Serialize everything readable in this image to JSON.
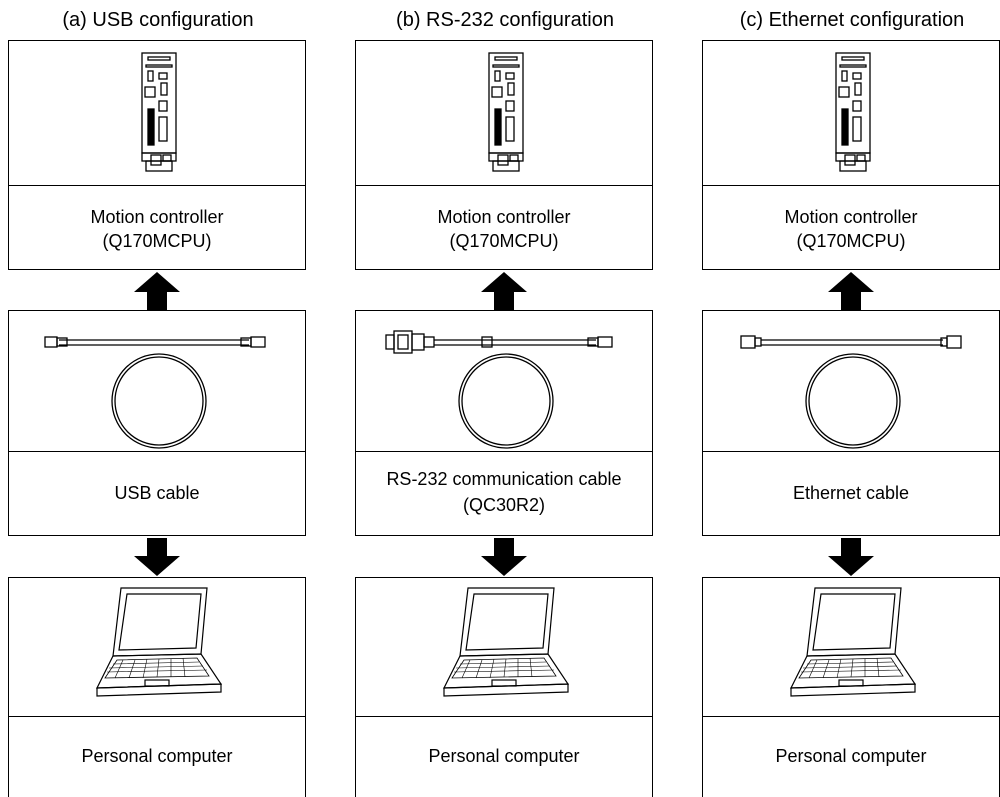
{
  "columns": [
    {
      "title": "(a) USB configuration",
      "controller": {
        "line1": "Motion controller",
        "line2": "(Q170MCPU)"
      },
      "cable": {
        "line1": "USB cable",
        "line2": "",
        "type": "usb"
      },
      "pc": {
        "label": "Personal computer"
      }
    },
    {
      "title": "(b) RS-232 configuration",
      "controller": {
        "line1": "Motion controller",
        "line2": "(Q170MCPU)"
      },
      "cable": {
        "line1": "RS-232 communication cable",
        "line2": "(QC30R2)",
        "type": "rs232"
      },
      "pc": {
        "label": "Personal computer"
      }
    },
    {
      "title": "(c) Ethernet configuration",
      "controller": {
        "line1": "Motion controller",
        "line2": "(Q170MCPU)"
      },
      "cable": {
        "line1": "Ethernet cable",
        "line2": "",
        "type": "ethernet"
      },
      "pc": {
        "label": "Personal computer"
      }
    }
  ],
  "icons": {
    "controller": "motion-controller-icon",
    "usb": "usb-cable-icon",
    "rs232": "rs232-cable-icon",
    "ethernet": "ethernet-cable-icon",
    "pc": "laptop-icon",
    "arrow_up": "arrow-up-icon",
    "arrow_down": "arrow-down-icon"
  }
}
